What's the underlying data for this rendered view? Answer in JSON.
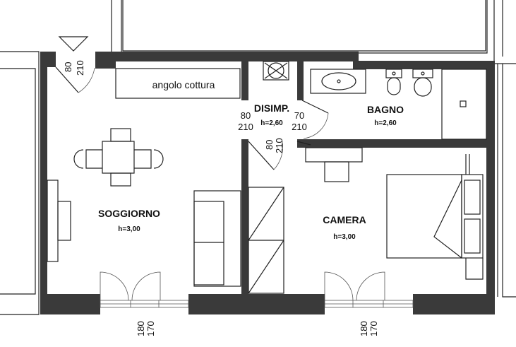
{
  "rooms": {
    "soggiorno": {
      "name": "SOGGIORNO",
      "height": "h=3,00"
    },
    "camera": {
      "name": "CAMERA",
      "height": "h=3,00"
    },
    "bagno": {
      "name": "BAGNO",
      "height": "h=2,60"
    },
    "disimpegno": {
      "name": "DISIMP.",
      "height": "h=2,60"
    },
    "kitchen": {
      "name": "angolo cottura"
    }
  },
  "doors": {
    "entrance": {
      "width": "80",
      "height": "210"
    },
    "soggiorno_disimp": {
      "width": "80",
      "height": "210"
    },
    "bagno": {
      "width": "70",
      "height": "210"
    },
    "camera": {
      "width": "80",
      "height": "210"
    }
  },
  "windows": {
    "soggiorno": {
      "width": "180",
      "height": "170"
    },
    "camera": {
      "width": "180",
      "height": "170"
    }
  },
  "icons": [
    "north-arrow-icon",
    "ventilation-shaft-icon",
    "sink-icon",
    "bidet-icon",
    "toilet-icon",
    "shower-drain-icon",
    "double-bed-icon",
    "dining-table-icon",
    "sofa-icon",
    "wardrobe-icon",
    "desk-icon",
    "tv-cabinet-icon"
  ]
}
